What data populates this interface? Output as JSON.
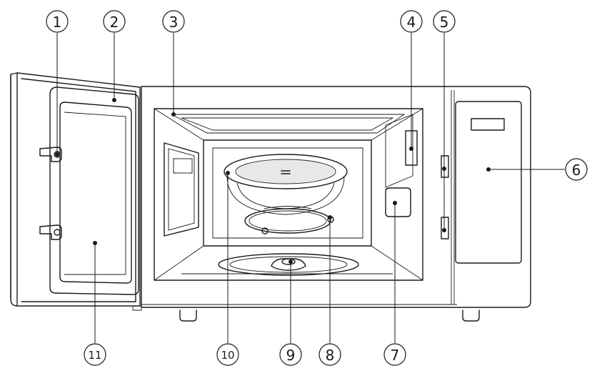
{
  "callouts": [
    {
      "id": "1",
      "label": "①"
    },
    {
      "id": "2",
      "label": "②"
    },
    {
      "id": "3",
      "label": "③"
    },
    {
      "id": "4",
      "label": "④"
    },
    {
      "id": "5",
      "label": "⑤"
    },
    {
      "id": "6",
      "label": "⑥"
    },
    {
      "id": "7",
      "label": "⑦"
    },
    {
      "id": "8",
      "label": "⑧"
    },
    {
      "id": "9",
      "label": "⑨"
    },
    {
      "id": "10",
      "label": "⑩"
    },
    {
      "id": "11",
      "label": "⑪"
    }
  ]
}
